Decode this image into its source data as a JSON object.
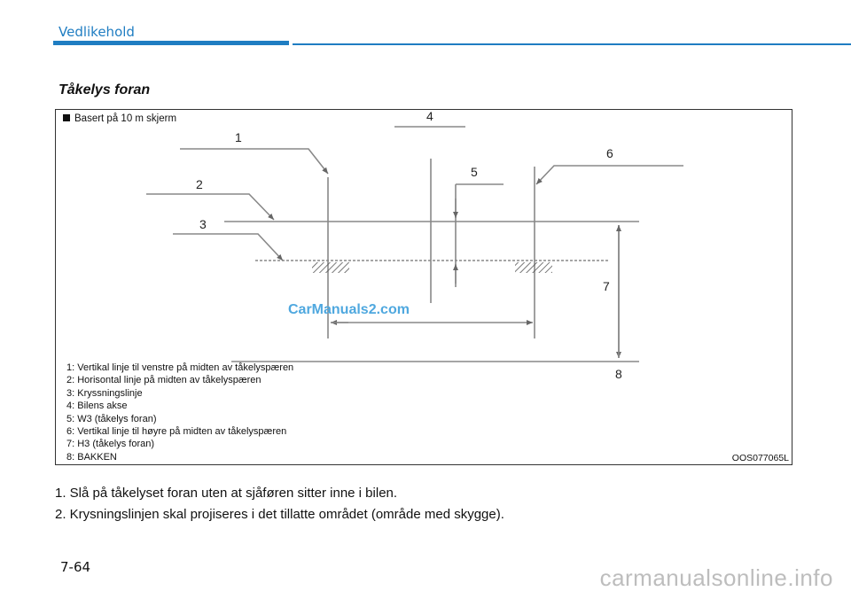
{
  "header": {
    "section": "Vedlikehold"
  },
  "title": "Tåkelys foran",
  "figure": {
    "basis_note": "Basert på 10 m skjerm",
    "callouts": [
      "1",
      "2",
      "3",
      "4",
      "5",
      "6",
      "7",
      "8"
    ],
    "legend": [
      "1: Vertikal linje til venstre på midten av tåkelyspæren",
      "2: Horisontal linje på midten av tåkelyspæren",
      "3: Kryssningslinje",
      "4: Bilens akse",
      "5: W3 (tåkelys foran)",
      "6: Vertikal linje til høyre på midten av tåkelyspæren",
      "7: H3 (tåkelys foran)",
      "8: BAKKEN"
    ],
    "code": "OOS077065L",
    "watermark": "CarManuals2.com"
  },
  "steps": [
    "1. Slå på tåkelyset foran uten at sjåføren sitter inne i bilen.",
    "2. Krysningslinjen skal projiseres i det tillatte området (område med skygge)."
  ],
  "page_number": "7-64",
  "footer_watermark": "carmanualsonline.info"
}
